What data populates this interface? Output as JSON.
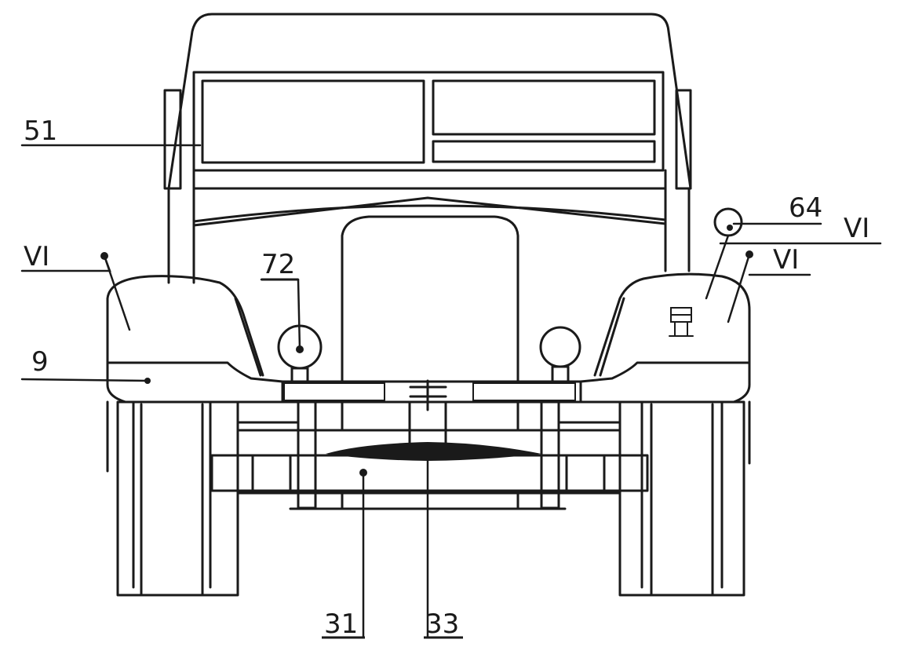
{
  "figure": {
    "reference_labels": {
      "windshield": "51",
      "fender_left": "VI",
      "fender_right": "VI",
      "lamp_right": "VI",
      "bumper": "9",
      "headlight": "72",
      "beacon": "64",
      "axle": "31",
      "plate": "33"
    }
  },
  "colors": {
    "ink": "#1a1a1a",
    "paper": "#ffffff"
  }
}
